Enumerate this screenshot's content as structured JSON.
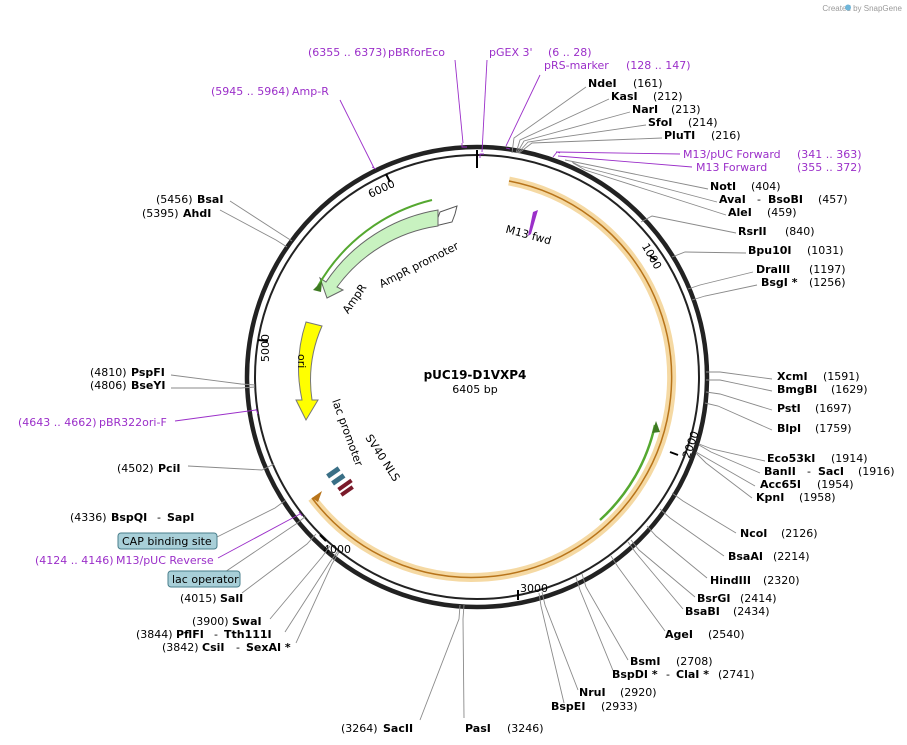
{
  "credit": "Created by SnapGene",
  "plasmid": {
    "name": "pUC19-D1VXP4",
    "size": "6405 bp"
  },
  "ticks": [
    "1000",
    "2000",
    "3000",
    "4000",
    "5000",
    "6000"
  ],
  "features": [
    {
      "name": "M13 fwd"
    },
    {
      "name": "AmpR promoter"
    },
    {
      "name": "AmpR"
    },
    {
      "name": "ori"
    },
    {
      "name": "lac promoter"
    },
    {
      "name": "SV40 NLS"
    },
    {
      "name": "CAP binding site"
    },
    {
      "name": "lac operator"
    }
  ],
  "primers": [
    {
      "range": "(6355 .. 6373)",
      "name": "pBRforEco"
    },
    {
      "range": "",
      "name": "pGEX 3'"
    },
    {
      "range": "(6 .. 28)",
      "name": "pRS-marker",
      "range2": "(128 .. 147)"
    },
    {
      "range": "(5945 .. 5964)",
      "name": "Amp-R"
    },
    {
      "name": "M13/pUC Forward",
      "range": "(341 .. 363)"
    },
    {
      "name": "M13 Forward",
      "range": "(355 .. 372)"
    },
    {
      "range": "(4643 .. 4662)",
      "name": "pBR322ori-F"
    },
    {
      "range": "(4124 .. 4146)",
      "name": "M13/pUC Reverse"
    }
  ],
  "sites_right": [
    {
      "name": "NdeI",
      "pos": "(161)"
    },
    {
      "name": "KasI",
      "pos": "(212)"
    },
    {
      "name": "NarI",
      "pos": "(213)"
    },
    {
      "name": "SfoI",
      "pos": "(214)"
    },
    {
      "name": "PluTI",
      "pos": "(216)"
    },
    {
      "name": "NotI",
      "pos": "(404)"
    },
    {
      "name": "AvaI",
      "name2": "BsoBI",
      "pos": "(457)"
    },
    {
      "name": "AleI",
      "pos": "(459)"
    },
    {
      "name": "RsrII",
      "pos": "(840)"
    },
    {
      "name": "Bpu10I",
      "pos": "(1031)"
    },
    {
      "name": "DraIII",
      "pos": "(1197)"
    },
    {
      "name": "BsgI *",
      "pos": "(1256)"
    },
    {
      "name": "XcmI",
      "pos": "(1591)"
    },
    {
      "name": "BmgBI",
      "pos": "(1629)"
    },
    {
      "name": "PstI",
      "pos": "(1697)"
    },
    {
      "name": "BlpI",
      "pos": "(1759)"
    },
    {
      "name": "Eco53kI",
      "pos": "(1914)"
    },
    {
      "name": "BanII",
      "name2": "SacI",
      "pos": "(1916)"
    },
    {
      "name": "Acc65I",
      "pos": "(1954)"
    },
    {
      "name": "KpnI",
      "pos": "(1958)"
    },
    {
      "name": "NcoI",
      "pos": "(2126)"
    },
    {
      "name": "BsaAI",
      "pos": "(2214)"
    },
    {
      "name": "HindIII",
      "pos": "(2320)"
    },
    {
      "name": "BsrGI",
      "pos": "(2414)"
    },
    {
      "name": "BsaBI",
      "pos": "(2434)"
    },
    {
      "name": "AgeI",
      "pos": "(2540)"
    },
    {
      "name": "BsmI",
      "pos": "(2708)"
    },
    {
      "name": "BspDI *",
      "name2": "ClaI *",
      "pos": "(2741)"
    },
    {
      "name": "NruI",
      "pos": "(2920)"
    },
    {
      "name": "BspEI",
      "pos": "(2933)"
    },
    {
      "name": "PasI",
      "pos": "(3246)"
    }
  ],
  "sites_left": [
    {
      "name": "SacII",
      "pos": "(3264)"
    },
    {
      "name": "CsiI",
      "name2": "SexAI *",
      "pos": "(3842)"
    },
    {
      "name": "PflFI",
      "name2": "Tth111I",
      "pos": "(3844)"
    },
    {
      "name": "SwaI",
      "pos": "(3900)"
    },
    {
      "name": "SalI",
      "pos": "(4015)"
    },
    {
      "name": "BspQI",
      "name2": "SapI",
      "pos": "(4336)"
    },
    {
      "name": "PciI",
      "pos": "(4502)"
    },
    {
      "name": "BseYI",
      "pos": "(4806)"
    },
    {
      "name": "PspFI",
      "pos": "(4810)"
    },
    {
      "name": "AhdI",
      "pos": "(5395)"
    },
    {
      "name": "BsaI",
      "pos": "(5456)"
    }
  ],
  "colors": {
    "backbone": "#222222",
    "primer": "#9b2fc9",
    "insert_band": "#f5d9a3",
    "insert_line": "#d08a1a",
    "ampr": "#c8f2c0",
    "ori": "#ffff00",
    "green_arrow": "#55a830",
    "tag_box": "#a8cfd8"
  }
}
